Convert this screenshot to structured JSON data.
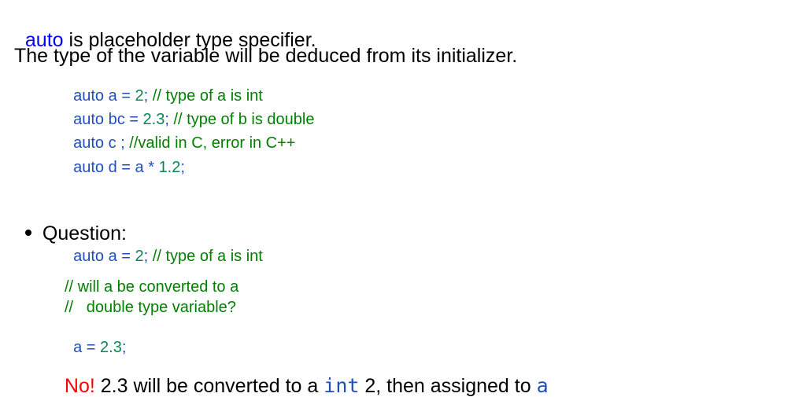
{
  "intro": {
    "line1_keyword": "auto",
    "line1_rest": " is placeholder type specifier.",
    "line2": "The type of the variable will be deduced from its initializer."
  },
  "code1": [
    {
      "kw": "auto",
      "pre": " a = ",
      "num": "2",
      "post": ";",
      "comment": " // type of a is int"
    },
    {
      "kw": "auto",
      "pre": " bc = ",
      "num": "2.3",
      "post": ";",
      "comment": " // type of b is double"
    },
    {
      "kw": "auto",
      "pre": " c ; ",
      "num": "",
      "post": "",
      "comment": "//valid in C, error in C++"
    },
    {
      "kw": "auto",
      "pre": " d = a * ",
      "num": "1.2",
      "post": ";",
      "comment": ""
    }
  ],
  "question": {
    "label": "Question:",
    "code": {
      "kw": "auto",
      "pre": " a = ",
      "num": "2",
      "post": ";",
      "comment": " // type of a is int"
    },
    "comment1": "// will a be converted to a",
    "comment2": "//   double type variable?",
    "assign_pre": "a = ",
    "assign_num": "2.3",
    "assign_post": ";"
  },
  "answer": {
    "no": "No!",
    "text1": " 2.3 will be converted to a ",
    "type": "int",
    "text2": " 2, then assigned to ",
    "var": "a"
  }
}
